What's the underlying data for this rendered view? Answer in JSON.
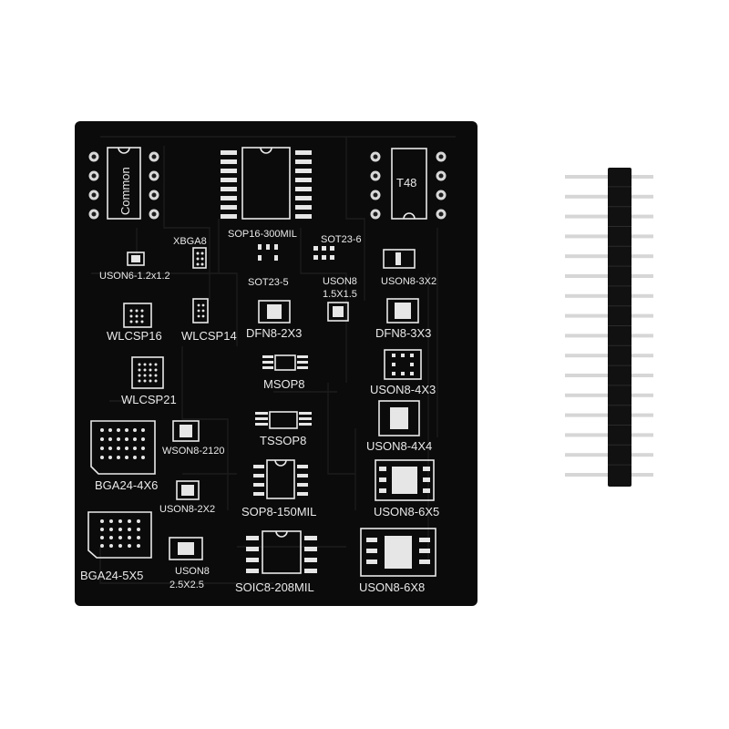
{
  "board": {
    "color": "#0b0b0b",
    "silkscreen_color": "#e9e9e9",
    "labels": {
      "common": "Common",
      "t48": "T48",
      "sop16": "SOP16-300MIL",
      "sot23_6": "SOT23-6",
      "xbga8": "XBGA8",
      "uson6": "USON6-1.2x1.2",
      "sot23_5": "SOT23-5",
      "uson8_a": "USON8",
      "uson8_a_size": "1.5X1.5",
      "uson8_3x2": "USON8-3X2",
      "wlcsp16": "WLCSP16",
      "wlcsp14": "WLCSP14",
      "dfn8_2x3": "DFN8-2X3",
      "dfn8_3x3": "DFN8-3X3",
      "msop8": "MSOP8",
      "uson8_4x3": "USON8-4X3",
      "wlcsp21": "WLCSP21",
      "tssop8": "TSSOP8",
      "uson8_4x4": "USON8-4X4",
      "bga24_4x6": "BGA24-4X6",
      "wson8": "WSON8-2120",
      "uson8_2x2": "USON8-2X2",
      "sop8": "SOP8-150MIL",
      "uson8_6x5": "USON8-6X5",
      "bga24_5x5": "BGA24-5X5",
      "uson8_b": "USON8",
      "uson8_b_size": "2.5X2.5",
      "soic8": "SOIC8-208MIL",
      "uson8_6x8": "USON8-6X8"
    }
  },
  "header": {
    "pin_count": 16,
    "body_color": "#111111",
    "pin_color": "#d6d6d6"
  }
}
